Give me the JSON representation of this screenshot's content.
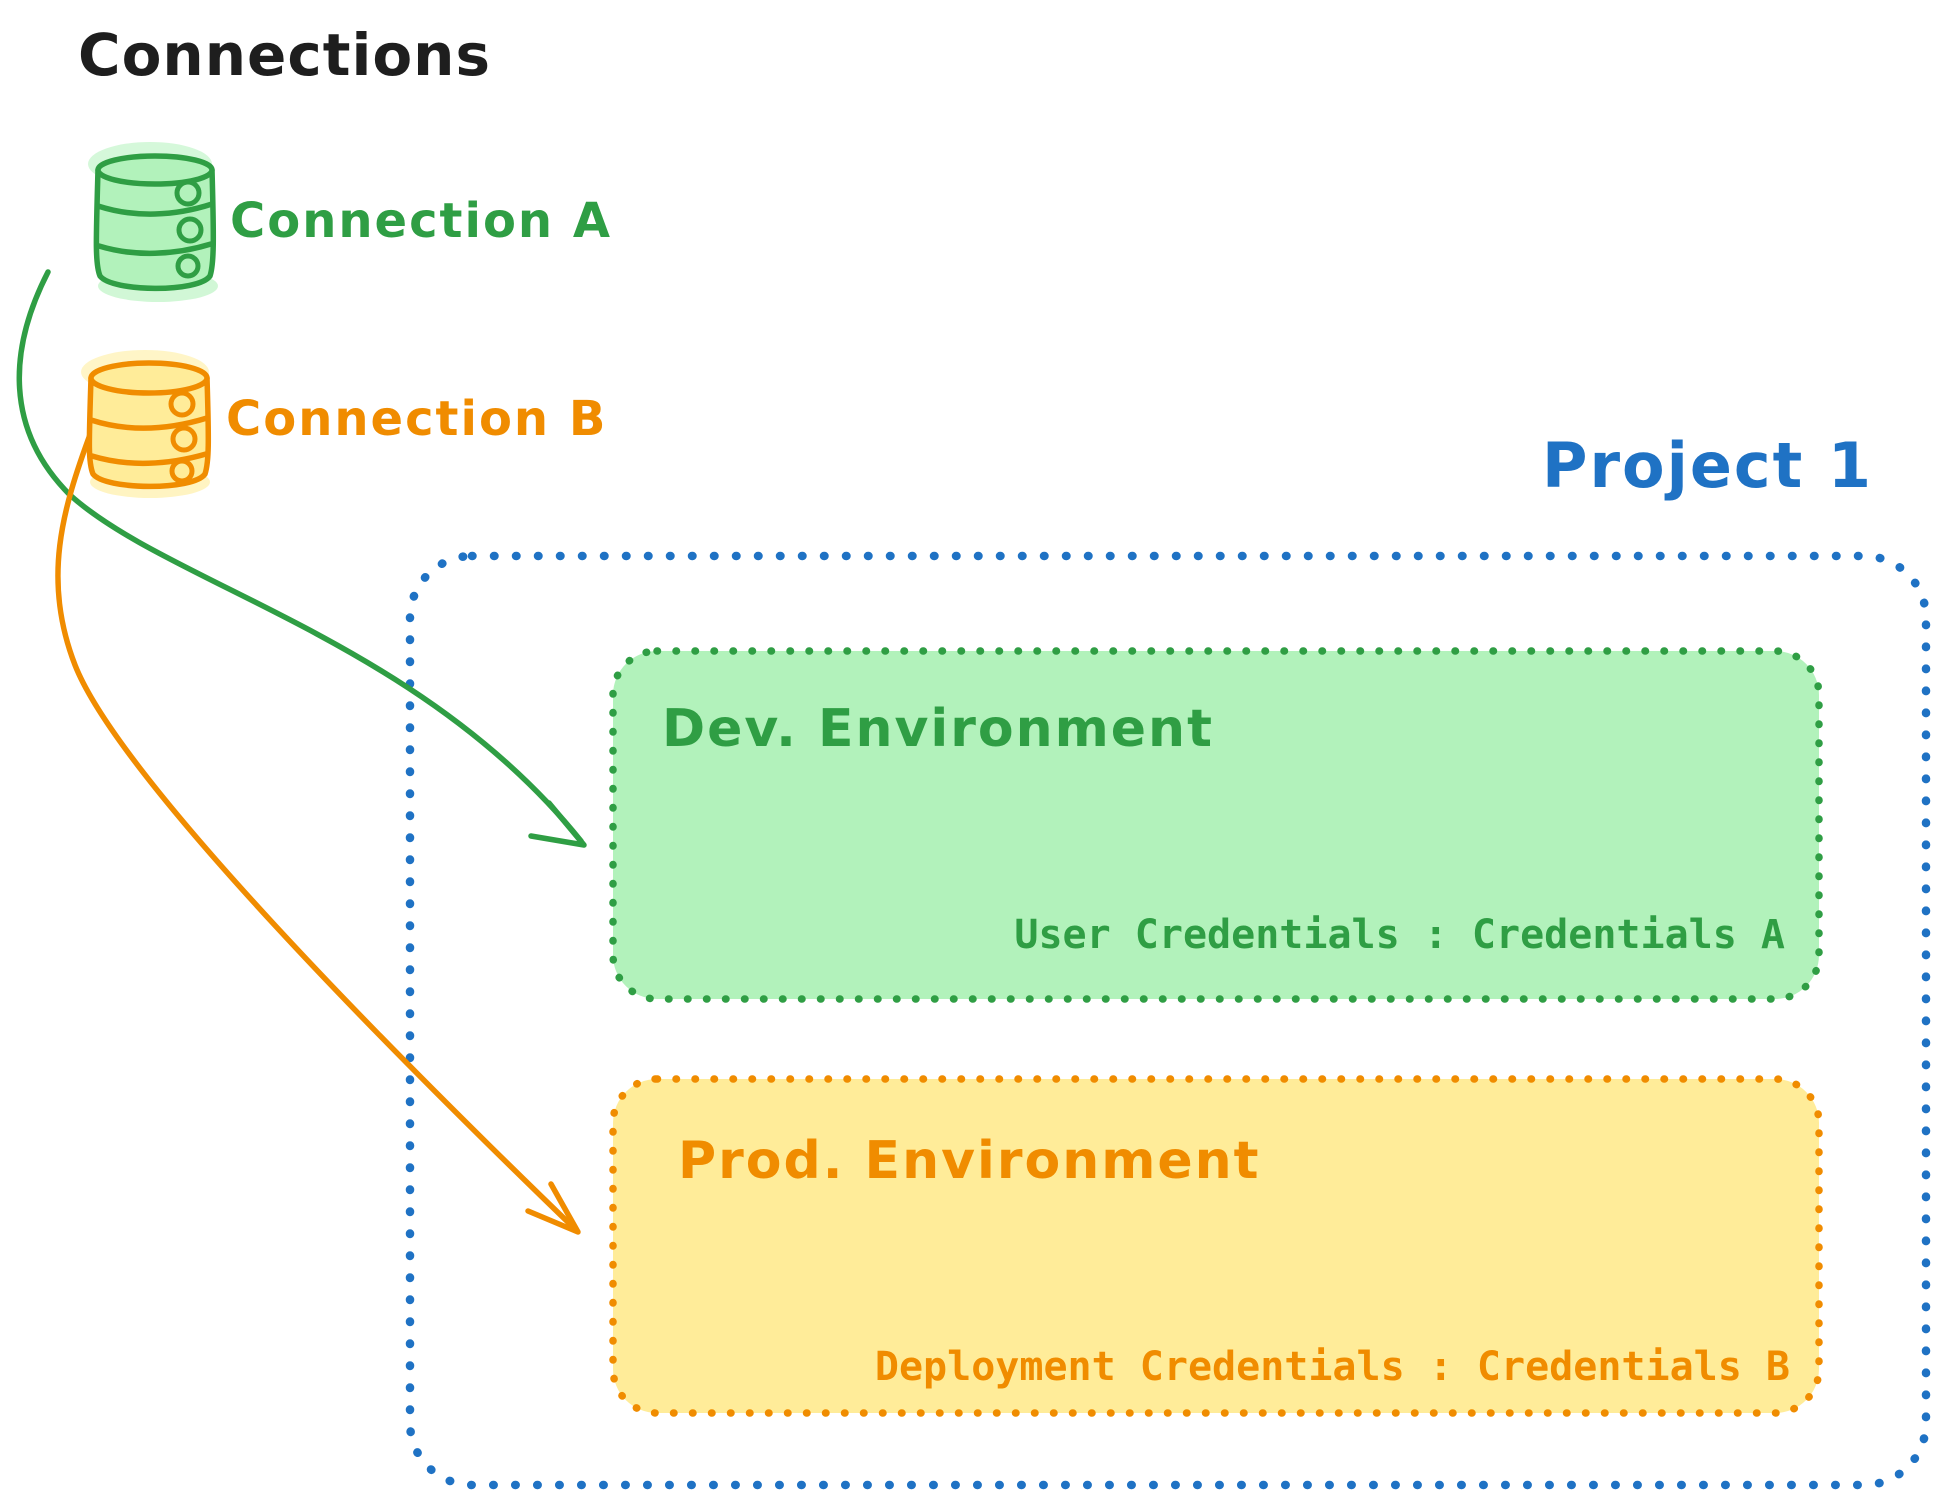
{
  "title": "Connections",
  "connections": [
    {
      "id": "connection-a",
      "label": "Connection A",
      "color": "#2f9e44",
      "fill": "#b2f2bb",
      "icon": "database-icon"
    },
    {
      "id": "connection-b",
      "label": "Connection B",
      "color": "#f08c00",
      "fill": "#ffec99",
      "icon": "database-icon"
    }
  ],
  "project": {
    "label": "Project 1",
    "border_color": "#1f72c4",
    "environments": [
      {
        "name": "Dev. Environment",
        "credentials": "User Credentials : Credentials A",
        "accent_color": "#2f9e44",
        "fill_color": "#b2f2bb"
      },
      {
        "name": "Prod. Environment",
        "credentials": "Deployment Credentials : Credentials B",
        "accent_color": "#f08c00",
        "fill_color": "#ffec99"
      }
    ]
  },
  "arrows": [
    {
      "from": "Connection A",
      "to": "Dev. Environment",
      "color": "#2f9e44"
    },
    {
      "from": "Connection B",
      "to": "Prod. Environment",
      "color": "#f08c00"
    }
  ],
  "colors": {
    "text": "#1e1e1e",
    "green": "#2f9e44",
    "green_fill": "#b2f2bb",
    "orange": "#f08c00",
    "orange_fill": "#ffec99",
    "blue": "#1f72c4",
    "background": "#ffffff"
  }
}
